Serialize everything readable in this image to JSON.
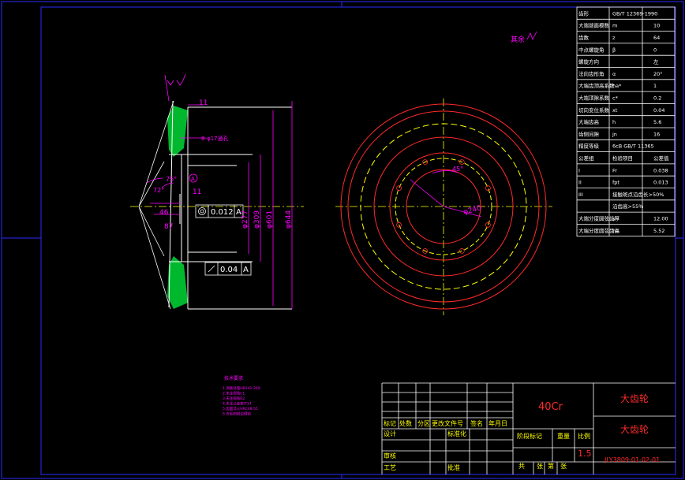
{
  "colors": {
    "background": "#000000",
    "frame": "#2a2aff",
    "table_line": "#ffffff",
    "table_text": "#ffffff",
    "dimension": "#ff00ff",
    "outline": "#ffffff",
    "hatch": "#00cc33",
    "circle": "#ff2a2a",
    "centerline": "#ffff00",
    "title_red": "#ff2a2a",
    "title_magenta": "#ff00ff",
    "title_yellow": "#ffff00"
  },
  "params": [
    [
      "齿形",
      "GB/T 12369-1990",
      ""
    ],
    [
      "大端端面模数",
      "m",
      "10"
    ],
    [
      "齿数",
      "z",
      "64"
    ],
    [
      "中点螺旋角",
      "β",
      "0"
    ],
    [
      "螺旋方向",
      "",
      "左"
    ],
    [
      "法向齿形角",
      "α",
      "20°"
    ],
    [
      "大端齿顶高系数",
      "ha*",
      "1"
    ],
    [
      "大端顶隙系数",
      "c*",
      "0.2"
    ],
    [
      "切向变位系数",
      "xt",
      "0.04"
    ],
    [
      "大端齿高",
      "h",
      "5.6"
    ],
    [
      "齿侧间隙",
      "jn",
      "16"
    ],
    [
      "精度等级",
      "6cB GB/T 11365",
      ""
    ],
    [
      "公差组",
      "检验项目",
      "公差值"
    ],
    [
      "I",
      "Fr",
      "0.038"
    ],
    [
      "II",
      "fpt",
      "0.013"
    ],
    [
      "III",
      "接触斑点沿齿长>50%",
      ""
    ],
    [
      "",
      "沿齿高>55%",
      ""
    ],
    [
      "大端分度圆弦齿厚",
      "s",
      "12.00"
    ],
    [
      "大端分度圆弦齿高",
      "ha",
      "5.52"
    ]
  ],
  "roughness_mark": "其余",
  "dims": {
    "d601": "φ601",
    "d309": "φ309",
    "d277": "φ277",
    "d644": "φ644",
    "holes": "8-φ17通孔",
    "top_dim": "11",
    "dim_11": "11",
    "dim_87": "87",
    "dim_46": "46",
    "angle_72": "72°",
    "angle_75": "75°",
    "datum": "A",
    "tol1": "0.012",
    "tol1_ref": "A",
    "tol2": "0.04",
    "tol2_ref": "A",
    "pcd": "φ240",
    "angle45": "45°"
  },
  "notes": {
    "title": "技术要求",
    "lines": [
      "1.调质处理HB241-269",
      "2.未注倒角C1",
      "3.未注圆角R2",
      "4.未注公差按IT14",
      "5.齿面淬火HRC48-55",
      "6.去毛刺锐边倒钝"
    ]
  },
  "titleblock": {
    "material": "40Cr",
    "part_name_1": "大齿轮",
    "part_name_2": "大齿轮",
    "drawing_no": "JLY3809-01-02-01",
    "scale": "1.5",
    "header_row": [
      "标记",
      "处数",
      "分区",
      "更改文件号",
      "签名",
      "年月日"
    ],
    "design": "设计",
    "standardize": "标准化",
    "stage_mark": "阶段标记",
    "weight": "重量",
    "scale_label": "比例",
    "check": "审核",
    "approve": "批准",
    "process": "工艺",
    "sheets": [
      "共",
      "张",
      "第",
      "张"
    ]
  }
}
